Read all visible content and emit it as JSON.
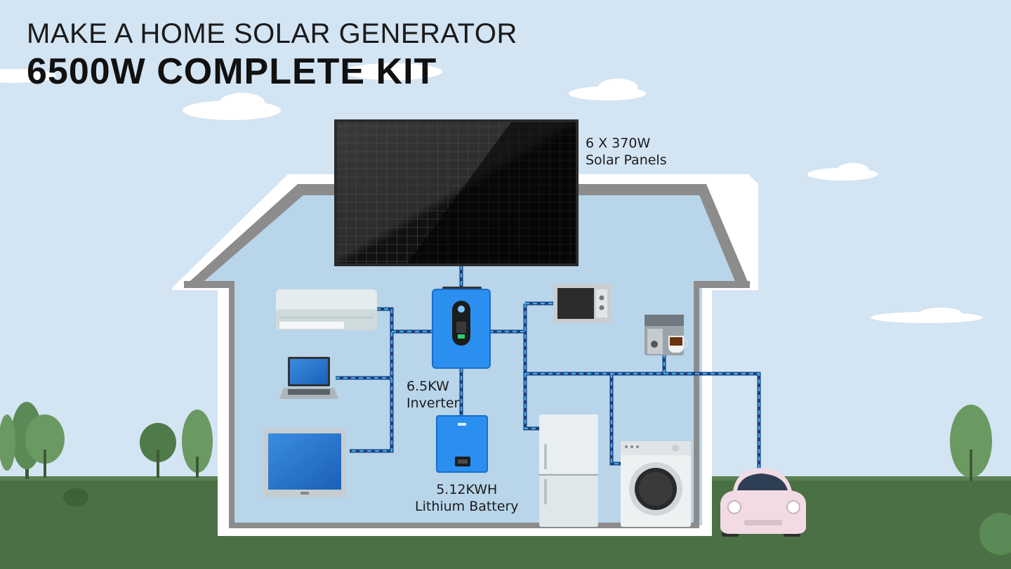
{
  "title": {
    "line1": "MAKE A HOME SOLAR GENERATOR",
    "line2": "6500W COMPLETE KIT"
  },
  "components": {
    "solar_panels": {
      "line1": "6 X 370W",
      "line2": "Solar Panels"
    },
    "inverter": {
      "line1": "6.5KW",
      "line2": "Inverter"
    },
    "battery": {
      "line1": "5.12KWH",
      "line2": "Lithium Battery"
    }
  },
  "colors": {
    "sky": "#d3e4f3",
    "ground": "#4c7045",
    "house_interior": "#b8d5ea",
    "wire": "#1a73d9",
    "device_blue": "#2b8ff0"
  },
  "icons": [
    "cloud-icon",
    "tree-icon",
    "solar-panel-icon",
    "inverter-icon",
    "battery-icon",
    "air-conditioner-icon",
    "laptop-icon",
    "tv-monitor-icon",
    "microwave-icon",
    "coffee-machine-icon",
    "refrigerator-icon",
    "washing-machine-icon",
    "car-icon"
  ]
}
